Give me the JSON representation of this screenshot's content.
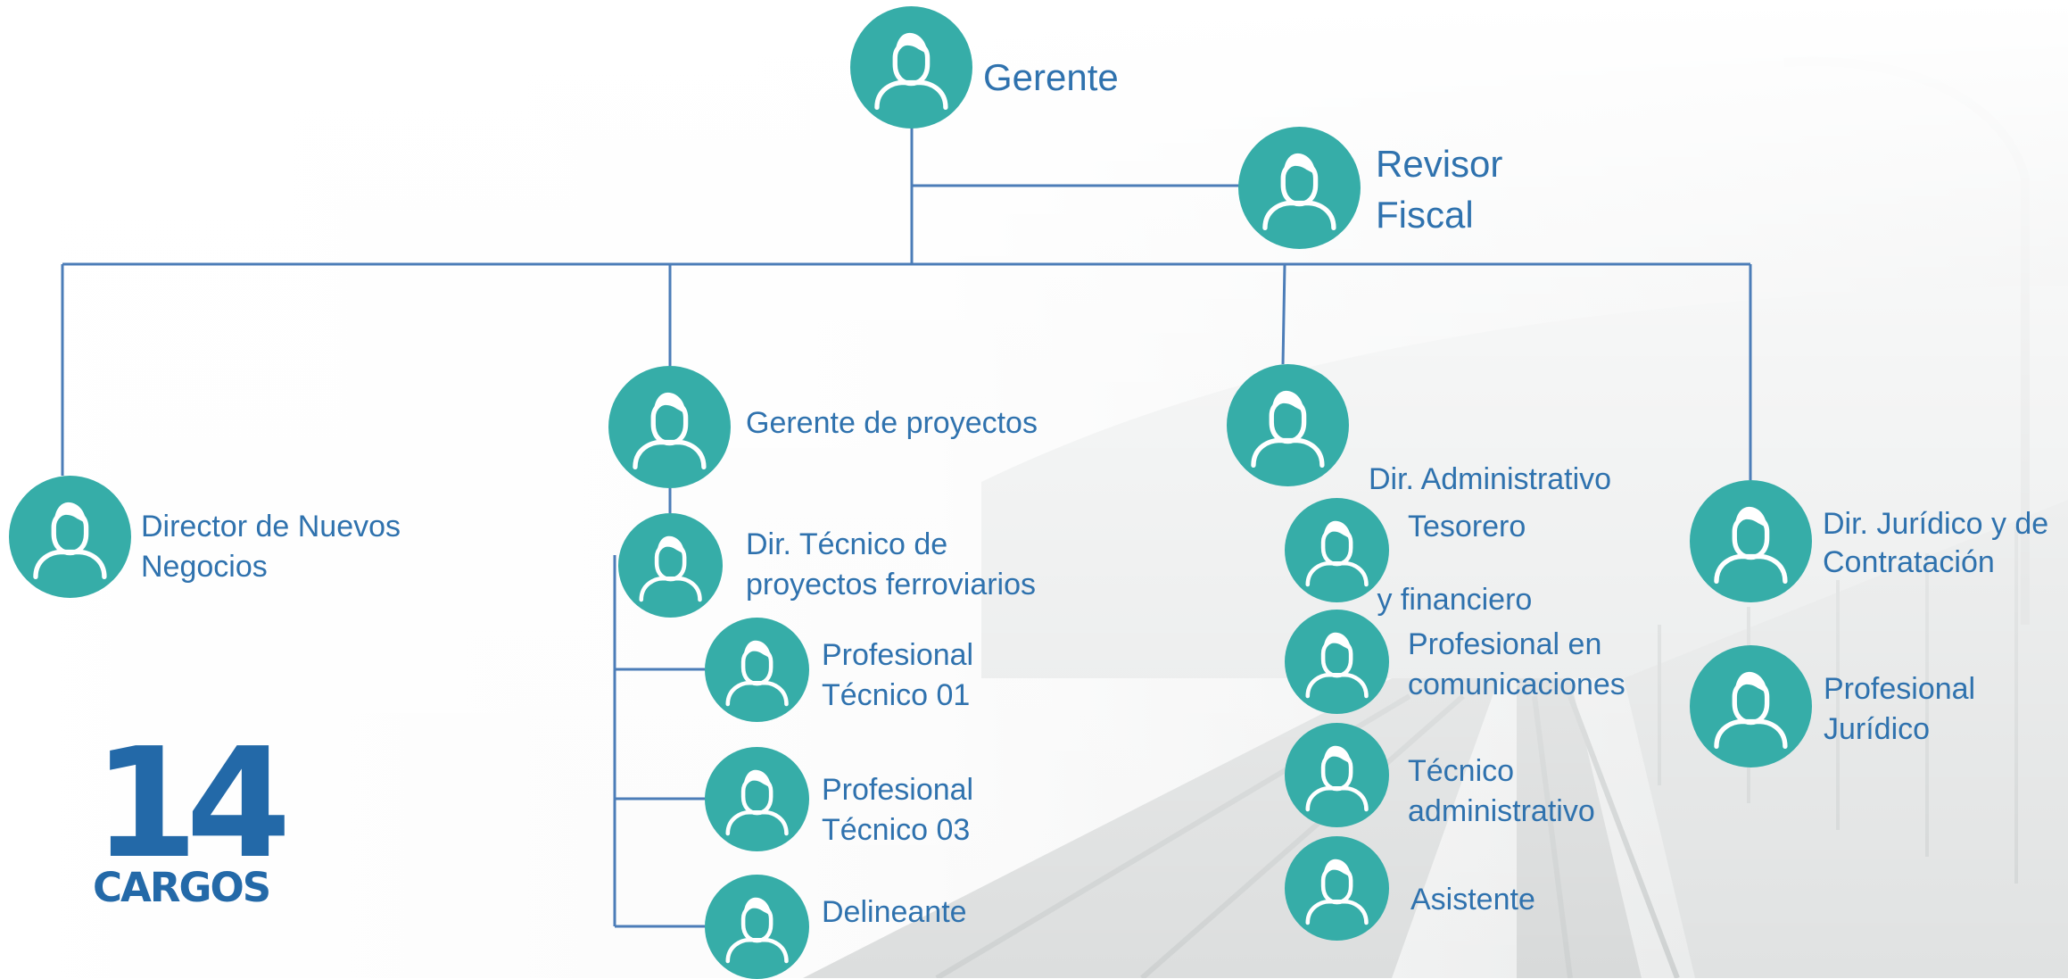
{
  "org_chart": {
    "gerente": {
      "lines": [
        "Gerente"
      ]
    },
    "revisor_fiscal": {
      "lines": [
        "Revisor",
        "Fiscal"
      ]
    },
    "director_nuevos_negocios": {
      "lines": [
        "Director de Nuevos",
        "Negocios"
      ]
    },
    "gerente_proyectos": {
      "lines": [
        "Gerente de proyectos"
      ]
    },
    "dir_tecnico": {
      "lines": [
        "Dir. Técnico de",
        "proyectos ferroviarios"
      ]
    },
    "profesional_tecnico_01": {
      "lines": [
        "Profesional",
        "Técnico 01"
      ]
    },
    "profesional_tecnico_03": {
      "lines": [
        "Profesional",
        "Técnico 03"
      ]
    },
    "delineante": {
      "lines": [
        "Delineante"
      ]
    },
    "dir_administrativo": {
      "lines": [
        "Dir. Administrativo",
        " y financiero"
      ]
    },
    "tesorero": {
      "lines": [
        "Tesorero"
      ]
    },
    "profesional_comunicaciones": {
      "lines": [
        "Profesional en",
        "comunicaciones"
      ]
    },
    "tecnico_administrativo": {
      "lines": [
        "Técnico",
        "administrativo"
      ]
    },
    "asistente": {
      "lines": [
        "Asistente"
      ]
    },
    "dir_juridico": {
      "lines": [
        "Dir. Jurídico y de",
        "Contratación"
      ]
    },
    "profesional_juridico": {
      "lines": [
        "Profesional",
        "Jurídico"
      ]
    }
  },
  "summary": {
    "count": "14",
    "label": "CARGOS"
  },
  "colors": {
    "avatar": "#36ADA8",
    "text": "#2F72AE",
    "lines": "#4C7DB8",
    "count": "#2369A8"
  },
  "icons": {
    "avatar": "person-icon"
  }
}
